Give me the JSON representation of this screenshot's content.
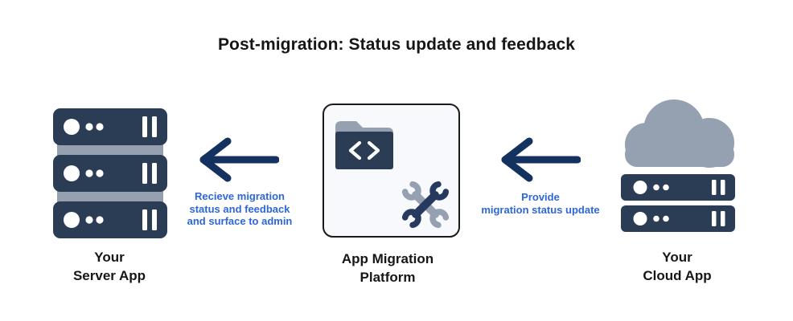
{
  "title": "Post-migration: Status update and feedback",
  "nodes": {
    "server_app": {
      "line1": "Your",
      "line2": "Server App"
    },
    "platform": {
      "line1": "App Migration",
      "line2": "Platform"
    },
    "cloud_app": {
      "line1": "Your",
      "line2": "Cloud App"
    }
  },
  "flows": {
    "platform_to_server": {
      "direction": "left",
      "lines": [
        "Recieve migration",
        "status and feedback",
        "and surface to admin"
      ]
    },
    "cloud_to_platform": {
      "direction": "left",
      "lines": [
        "Provide",
        "migration status update"
      ]
    }
  },
  "icons": {
    "server_app": "server-rack-icon",
    "platform": [
      "code-folder-icon",
      "crossed-wrenches-icon"
    ],
    "cloud_app": "cloud-server-icon",
    "flow_arrows": "arrow-left-icon"
  },
  "colors": {
    "bg": "#ffffff",
    "navy": "#2b3c55",
    "steel": "#95a0b0",
    "arrow_navy": "#14325f",
    "tool_navy": "#253a5e",
    "label_blue": "#2d67d8",
    "panel_bg": "#f8f9fc",
    "panel_border": "#1a1a1a",
    "text_dark": "#161616"
  }
}
